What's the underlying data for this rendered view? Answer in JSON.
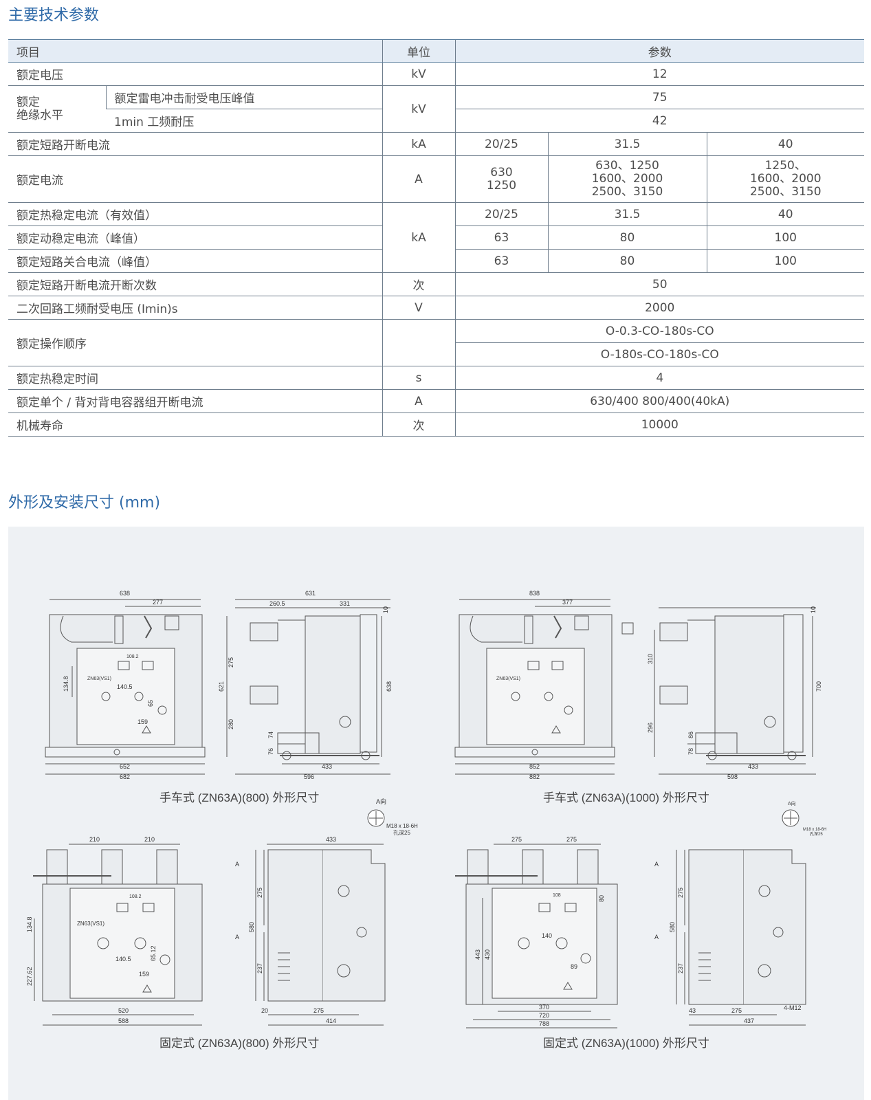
{
  "section1_title": "主要技术参数",
  "section2_title": "外形及安装尺寸 (mm)",
  "table": {
    "header": {
      "item": "项目",
      "unit": "单位",
      "param": "参数"
    },
    "rated_voltage": {
      "label": "额定电压",
      "unit": "kV",
      "value": "12"
    },
    "insulation": {
      "group_line1": "额定",
      "group_line2": "绝缘水平",
      "lightning_label": "额定雷电冲击耐受电压峰值",
      "lightning_value": "75",
      "pf_label": "1min 工频耐压",
      "pf_value": "42",
      "unit": "kV"
    },
    "breaking_current": {
      "label": "额定短路开断电流",
      "unit": "kA",
      "v1": "20/25",
      "v2": "31.5",
      "v3": "40"
    },
    "rated_current": {
      "label": "额定电流",
      "unit": "A",
      "v1_l1": "630",
      "v1_l2": "1250",
      "v2_l1": "630、1250",
      "v2_l2": "1600、2000",
      "v2_l3": "2500、3150",
      "v3_l1": "1250、",
      "v3_l2": "1600、2000",
      "v3_l3": "2500、3150"
    },
    "thermal_current": {
      "label": "额定热稳定电流（有效值）",
      "v1": "20/25",
      "v2": "31.5",
      "v3": "40"
    },
    "dynamic_current": {
      "label": "额定动稳定电流（峰值）",
      "unit": "kA",
      "v1": "63",
      "v2": "80",
      "v3": "100"
    },
    "making_current": {
      "label": "额定短路关合电流（峰值）",
      "v1": "63",
      "v2": "80",
      "v3": "100"
    },
    "breaking_times": {
      "label": "额定短路开断电流开断次数",
      "unit": "次",
      "value": "50"
    },
    "secondary_voltage": {
      "label": "二次回路工频耐受电压 (Imin)s",
      "unit": "V",
      "value": "2000"
    },
    "operating_sequence": {
      "label": "额定操作顺序",
      "unit": "",
      "v1": "O-0.3-CO-180s-CO",
      "v2": "O-180s-CO-180s-CO"
    },
    "thermal_time": {
      "label": "额定热稳定时间",
      "unit": "s",
      "value": "4"
    },
    "capacitor_current": {
      "label": "额定单个 / 背对背电容器组开断电流",
      "unit": "A",
      "value": "630/400 800/400(40kA)"
    },
    "mechanical_life": {
      "label": "机械寿命",
      "unit": "次",
      "value": "10000"
    }
  },
  "drawings": {
    "tl": {
      "caption": "手车式 (ZN63A)(800) 外形尺寸",
      "front": {
        "top_w": "638",
        "top_half": "277",
        "inner_w": "108.2",
        "dim_h1": "134.8",
        "dim_w2": "140.5",
        "dim_v": "65",
        "dim_w3": "159",
        "nameplate": "ZN63(VS1)",
        "base_w1": "652",
        "base_w2": "682"
      },
      "side": {
        "top_w": "631",
        "seg1": "260.5",
        "seg2": "331",
        "seg3": "10",
        "h1": "275",
        "h_total": "621",
        "h2": "280",
        "h3": "74",
        "h4": "76",
        "h_right": "638",
        "base1": "433",
        "base2": "596"
      }
    },
    "tr": {
      "caption": "手车式 (ZN63A)(1000) 外形尺寸",
      "front": {
        "top_w": "838",
        "top_half": "377",
        "nameplate": "ZN63(VS1)",
        "base_w1": "852",
        "base_w2": "882"
      },
      "side": {
        "seg3": "10",
        "h1": "310",
        "h2": "296",
        "h3": "86",
        "h4": "78",
        "h_right": "700",
        "base1": "433",
        "base2": "598"
      }
    },
    "bl": {
      "caption": "固定式 (ZN63A)(800) 外形尺寸",
      "view_label": "A向",
      "bolt_note1": "M18 x 18-6H",
      "bolt_note2": "孔深25",
      "front": {
        "pitch1": "210",
        "pitch2": "210",
        "inner_w": "108.2",
        "dim_h1": "134.8",
        "dim_h2": "227.62",
        "dim_w2": "140.5",
        "dim_v": "65.12",
        "dim_w3": "159",
        "nameplate": "ZN63(VS1)",
        "base_w1": "520",
        "base_w2": "588"
      },
      "side": {
        "top_w": "433",
        "a_mark": "A",
        "h1": "275",
        "h_total": "580",
        "h2": "237",
        "off": "20",
        "base1": "275",
        "base2": "414"
      }
    },
    "br": {
      "caption": "固定式 (ZN63A)(1000) 外形尺寸",
      "view_label": "A向",
      "bolt_note1": "M18 x 18-6H",
      "bolt_note2": "孔深25",
      "front": {
        "pitch1": "275",
        "pitch2": "275",
        "inner_w": "108",
        "dim_h1": "443",
        "dim_h2": "430",
        "dim_w2": "140",
        "dim_v1": "80",
        "dim_v2": "89",
        "base_w1": "370",
        "base_w2": "720",
        "base_w3": "788"
      },
      "side": {
        "a_mark": "A",
        "h1": "275",
        "h_total": "580",
        "h2": "237",
        "off": "43",
        "base1": "275",
        "base2": "437",
        "bolt": "4-M12"
      }
    }
  }
}
